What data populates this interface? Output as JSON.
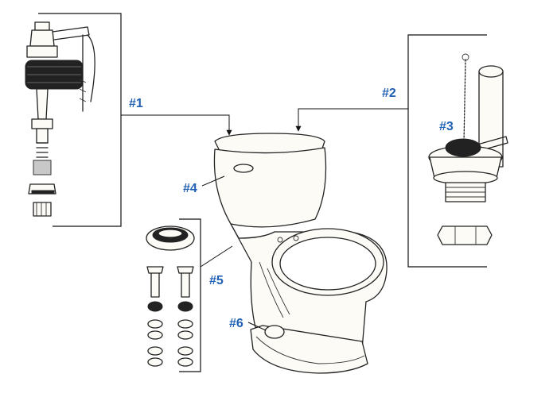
{
  "colors": {
    "label": "#1f5fb4",
    "line": "#222222",
    "fill": "#fdfbf6"
  },
  "callouts": [
    {
      "id": "c1",
      "text": "#1"
    },
    {
      "id": "c2",
      "text": "#2"
    },
    {
      "id": "c3",
      "text": "#3"
    },
    {
      "id": "c4",
      "text": "#4"
    },
    {
      "id": "c5",
      "text": "#5"
    },
    {
      "id": "c6",
      "text": "#6"
    }
  ]
}
